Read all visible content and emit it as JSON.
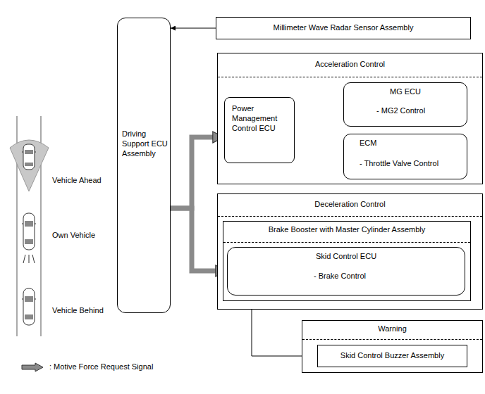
{
  "diagram": {
    "nodes": [
      {
        "text": [
          "Driving Support ECU Assembly"
        ]
      },
      {
        "text": [
          "Millimeter Wave Radar Sensor Assembly"
        ]
      },
      {
        "text": [
          "Acceleration Control"
        ]
      },
      {
        "text": [
          "Power Management Control ECU"
        ],
        "in": 2
      },
      {
        "text": [
          "MG ECU",
          "- MG2 Control"
        ],
        "in": 2
      },
      {
        "text": [
          "ECM",
          "- Throttle Valve Control"
        ],
        "in": 2
      },
      {
        "text": [
          "Deceleration Control"
        ]
      },
      {
        "text": [
          "Brake Booster with Master Cylinder Assembly"
        ],
        "in": 6
      },
      {
        "text": [
          "Skid Control ECU",
          "- Brake Control"
        ],
        "in": 7
      },
      {
        "text": [
          "Warning"
        ]
      },
      {
        "text": [
          "Skid Control Buzzer Assembly"
        ],
        "in": 9
      }
    ],
    "edges": [
      {
        "from": 1,
        "to": 0,
        "arrow": "to"
      },
      {
        "from": 3,
        "to": 4,
        "arrow": "to"
      },
      {
        "from": 3,
        "to": 5,
        "arrow": "to"
      },
      {
        "from": 0,
        "to": 3,
        "arrow": "to"
      },
      {
        "from": 0,
        "to": 8,
        "arrow": "to"
      },
      {
        "from": 8,
        "to": 10,
        "arrow": "to"
      }
    ],
    "labels": [
      "Vehicle Ahead",
      "Own Vehicle",
      "Vehicle Behind"
    ],
    "legend": [
      {
        "text": ": Motive Force Request Signal"
      }
    ]
  }
}
